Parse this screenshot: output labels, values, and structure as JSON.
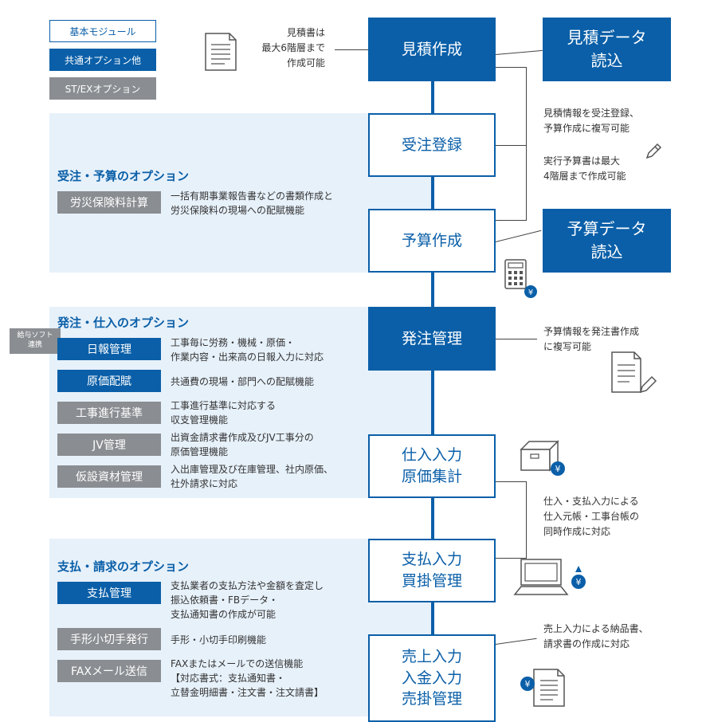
{
  "legend": {
    "basic": "基本モジュール",
    "common": "共通オプション他",
    "st_ex": "ST/EXオプション"
  },
  "colors": {
    "primary": "#0a5fa8",
    "panel": "#e7f1fa",
    "gray": "#8a8d91"
  },
  "flow": [
    {
      "label": "見積作成",
      "style": "filled"
    },
    {
      "label": "受注登録",
      "style": "outline"
    },
    {
      "label": "予算作成",
      "style": "outline"
    },
    {
      "label": "発注管理",
      "style": "filled"
    },
    {
      "label": "仕入入力\n原価集計",
      "style": "outline"
    },
    {
      "label": "支払入力\n買掛管理",
      "style": "outline"
    },
    {
      "label": "売上入力\n入金入力\n売掛管理",
      "style": "outline"
    }
  ],
  "side_boxes": [
    {
      "label": "見積データ\n読込"
    },
    {
      "label": "予算データ\n読込"
    }
  ],
  "notes": {
    "estimate": "見積書は\n最大6階層まで\n作成可能",
    "order_copy": "見積情報を受注登録、\n予算作成に複写可能",
    "budget": "実行予算書は最大\n4階層まで作成可能",
    "po_copy": "予算情報を発注書作成\nに複写可能",
    "purchase": "仕入・支払入力による\n仕入元帳・工事台帳の\n同時作成に対応",
    "sales": "売上入力による納品書、\n請求書の作成に対応"
  },
  "sections": {
    "order_budget": {
      "title": "受注・予算のオプション",
      "items": [
        {
          "tag": "労災保険料計算",
          "tag_style": "gray",
          "desc": "一括有期事業報告書などの書類作成と\n労災保険料の現場への配賦機能"
        }
      ]
    },
    "purchase": {
      "title": "発注・仕入のオプション",
      "badge": "給与ソフト\n連携",
      "items": [
        {
          "tag": "日報管理",
          "tag_style": "blue",
          "desc": "工事毎に労務・機械・原価・\n作業内容・出来高の日報入力に対応"
        },
        {
          "tag": "原価配賦",
          "tag_style": "blue",
          "desc": "共通費の現場・部門への配賦機能"
        },
        {
          "tag": "工事進行基準",
          "tag_style": "gray",
          "desc": "工事進行基準に対応する\n収支管理機能"
        },
        {
          "tag": "JV管理",
          "tag_style": "gray",
          "desc": "出資金請求書作成及びJV工事分の\n原価管理機能"
        },
        {
          "tag": "仮設資材管理",
          "tag_style": "gray",
          "desc": "入出庫管理及び在庫管理、社内原価、\n社外請求に対応"
        }
      ]
    },
    "payment": {
      "title": "支払・請求のオプション",
      "items": [
        {
          "tag": "支払管理",
          "tag_style": "blue",
          "desc": "支払業者の支払方法や金額を査定し\n振込依頼書・FBデータ・\n支払通知書の作成が可能"
        },
        {
          "tag": "手形小切手発行",
          "tag_style": "gray",
          "desc": "手形・小切手印刷機能"
        },
        {
          "tag": "FAXメール送信",
          "tag_style": "gray",
          "desc": "FAXまたはメールでの送信機能\n【対応書式：支払通知書・\n立替金明細書・注文書・注文請書】"
        }
      ]
    }
  },
  "icons": {
    "estimate_doc": "document-icon",
    "pencil": "pencil-icon",
    "calculator": "calculator-icon",
    "po_doc": "document-pencil-icon",
    "box": "box-yen-icon",
    "laptop": "laptop-yen-icon",
    "invoice": "invoice-yen-icon",
    "yen_symbol": "¥"
  }
}
